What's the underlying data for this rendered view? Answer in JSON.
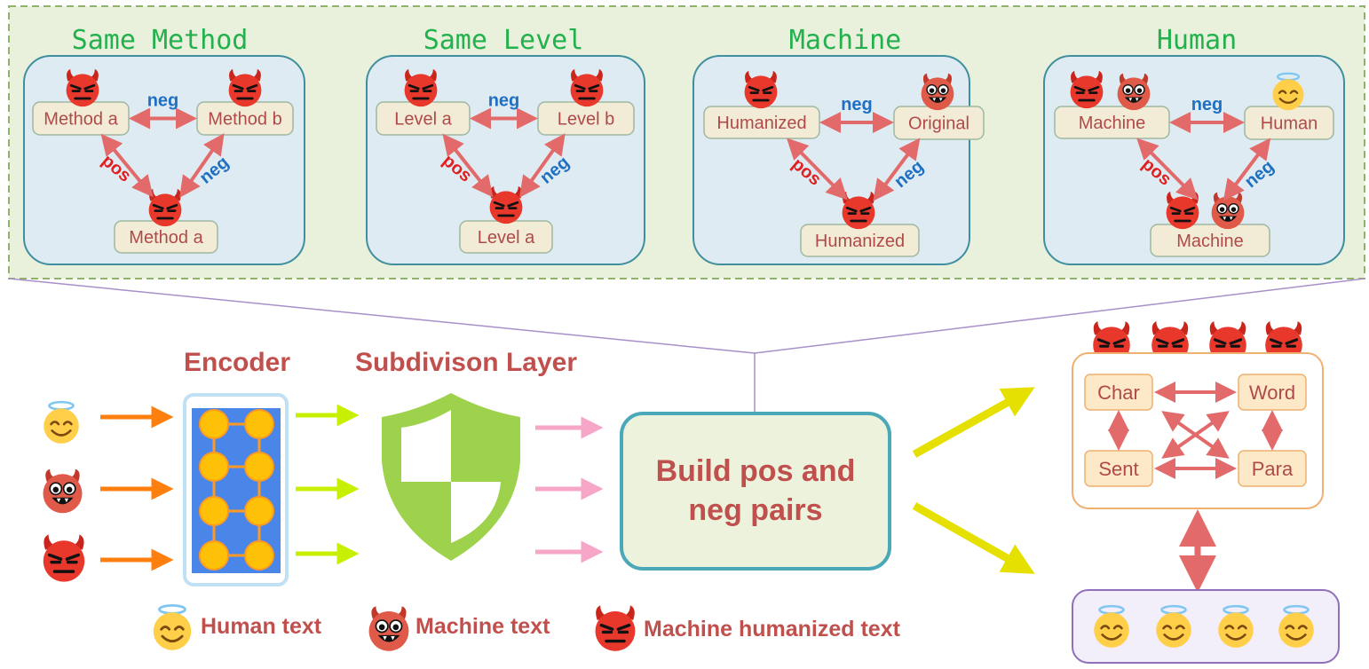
{
  "panels": [
    {
      "title": "Same Method",
      "left_node": "Method a",
      "right_node": "Method b",
      "bottom_node": "Method a",
      "top_rel": "neg",
      "left_rel": "pos",
      "right_rel": "neg"
    },
    {
      "title": "Same Level",
      "left_node": "Level a",
      "right_node": "Level b",
      "bottom_node": "Level a",
      "top_rel": "neg",
      "left_rel": "pos",
      "right_rel": "neg"
    },
    {
      "title": "Machine",
      "left_node": "Humanized",
      "right_node": "Original",
      "bottom_node": "Humanized",
      "top_rel": "neg",
      "left_rel": "pos",
      "right_rel": "neg"
    },
    {
      "title": "Human",
      "left_node": "Machine",
      "right_node": "Human",
      "bottom_node": "Machine",
      "top_rel": "neg",
      "left_rel": "pos",
      "right_rel": "neg"
    }
  ],
  "pipeline": {
    "encoder_label": "Encoder",
    "subdivision_label": "Subdivison Layer",
    "build_line1": "Build pos and",
    "build_line2": "neg pairs"
  },
  "levels": {
    "char": "Char",
    "word": "Word",
    "sent": "Sent",
    "para": "Para"
  },
  "legend": {
    "human": "Human text",
    "machine": "Machine text",
    "humanized": "Machine humanized text"
  },
  "colors": {
    "panel_bg": "#e9f0dc",
    "panel_border": "#8fb36a",
    "subpanel_bg": "#deebf2",
    "subpanel_border": "#3f8f9e",
    "node_bg": "#f2ecd6",
    "red_arrow": "#e26a6a",
    "orange_arrow": "#ff7f0e",
    "lime_arrow": "#c6f000",
    "pink_arrow": "#f7a6c8",
    "yellow_arrow": "#e6e000",
    "shield_green": "#9ed24c",
    "encoder_blue": "#4a86e8",
    "encoder_node": "#ffc107",
    "build_border": "#4aa8b8",
    "build_bg": "#ecf2dc",
    "level_box_bg": "#fde9c8",
    "level_box_border": "#f0b070",
    "human_box_bg": "#f2eefa",
    "human_box_border": "#9070b8"
  }
}
